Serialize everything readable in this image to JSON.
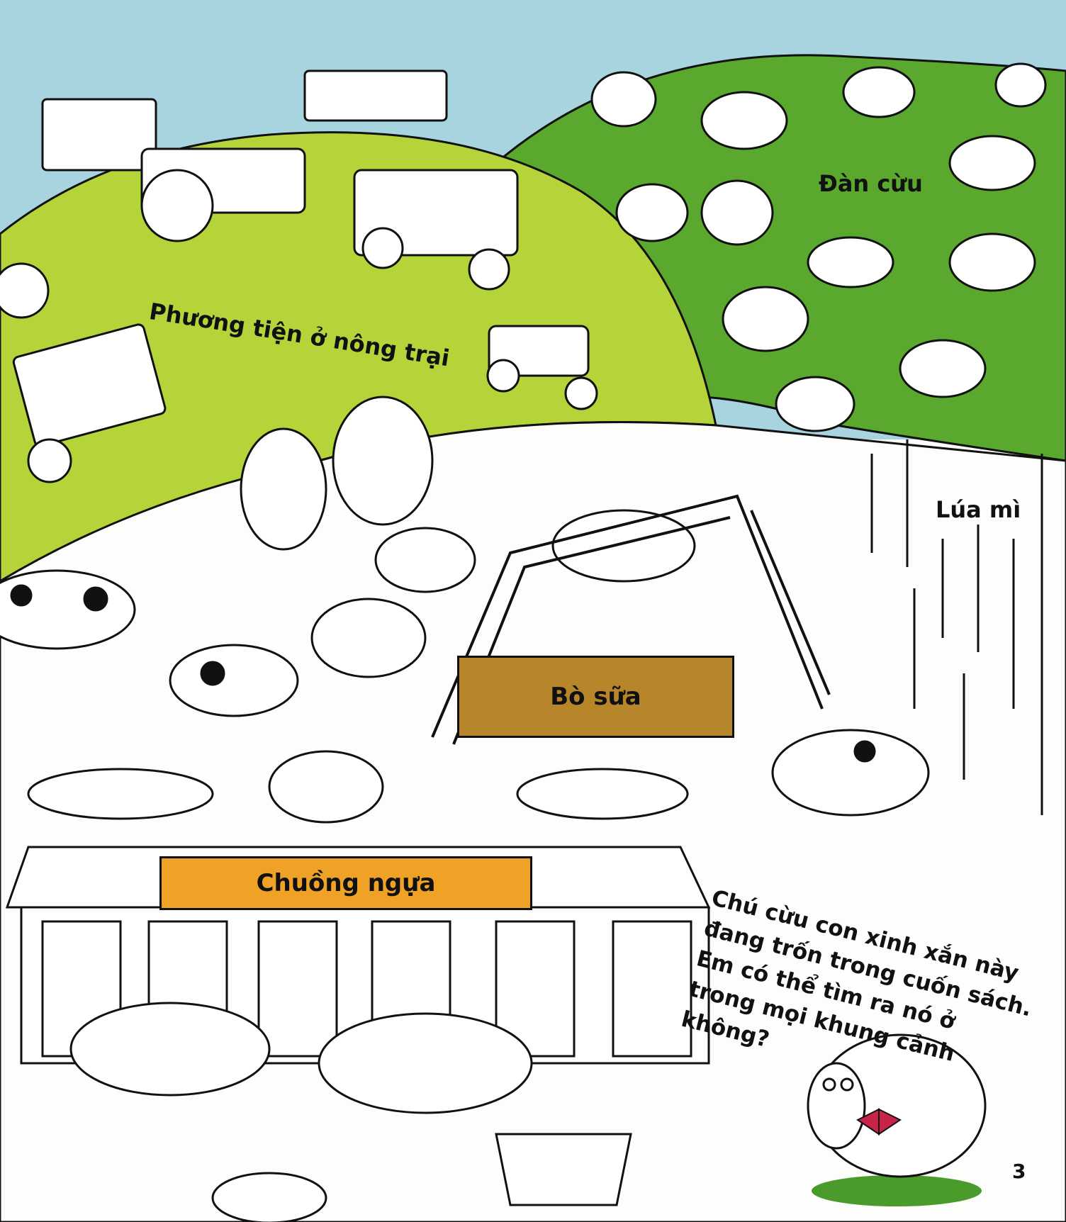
{
  "colors": {
    "sky": "#a8d4e0",
    "light_hill": "#b4d43a",
    "dark_hill": "#5aa82e",
    "bo_sua_sign": "#b8862a",
    "chuong_ngua_sign": "#f0a226",
    "lamb_bow": "#c8244a",
    "lamb_grass": "#4a9a2c"
  },
  "labels": {
    "vehicles": "Phương tiện ở nông trại",
    "sheep_flock": "Đàn cừu",
    "wheat": "Lúa mì",
    "dairy_cows": "Bò sữa",
    "stable": "Chuồng ngựa"
  },
  "hint": {
    "lines": [
      "Chú cừu con xinh xắn này",
      "đang trốn trong cuốn sách.",
      "Em có thể tìm ra nó ở",
      "trong mọi khung cảnh không?"
    ]
  },
  "page_number": "3"
}
